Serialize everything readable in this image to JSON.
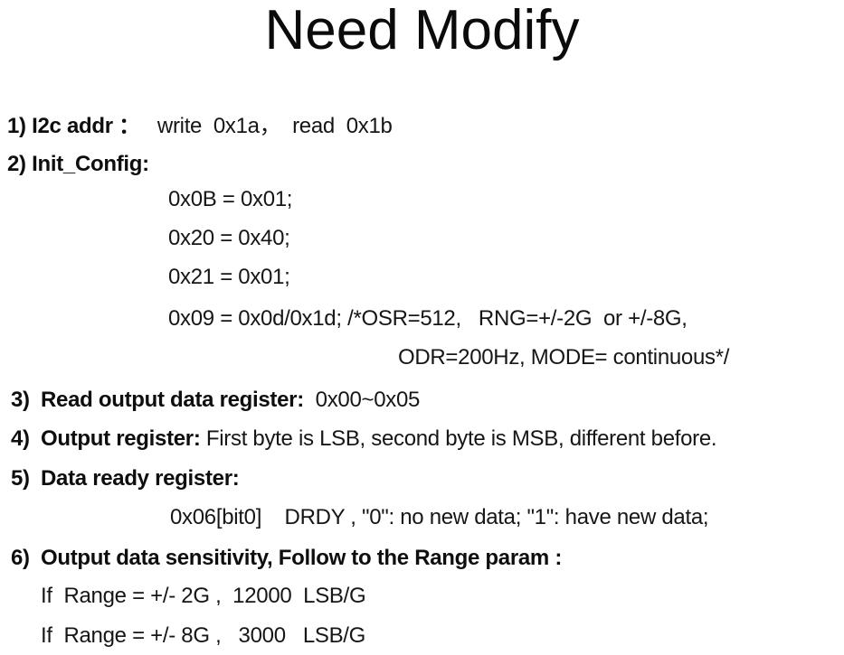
{
  "title": "Need Modify",
  "lines": {
    "i2c": {
      "bold": "1) I2c addr ：",
      "rest": "   write  0x1a，  read  0x1b"
    },
    "init": {
      "bold": "2) Init_Config:"
    },
    "reg1": "0x0B = 0x01;",
    "reg2": "0x20 = 0x40;",
    "reg3": "0x21 = 0x01;",
    "reg4": "0x09 = 0x0d/0x1d; /*OSR=512,   RNG=+/-2G  or +/-8G,",
    "reg5": "ODR=200Hz, MODE= continuous*/",
    "read": {
      "num": "3)",
      "bold": "Read output data register:",
      "rest": "  0x00~0x05"
    },
    "output": {
      "num": "4)",
      "bold": "Output register:",
      "rest": " First byte is LSB, second byte is MSB, different before."
    },
    "ready": {
      "num": "5)",
      "bold": "Data ready register:"
    },
    "drdy": "0x06[bit0]    DRDY , \"0\": no new data; \"1\": have new data;",
    "sens": {
      "num": "6)",
      "bold": "Output data sensitivity, Follow to the Range param :"
    },
    "range2g": "If  Range = +/- 2G ,  12000  LSB/G",
    "range8g": "If  Range = +/- 8G ,   3000   LSB/G"
  },
  "colors": {
    "background": "#ffffff",
    "text": "#161616"
  }
}
